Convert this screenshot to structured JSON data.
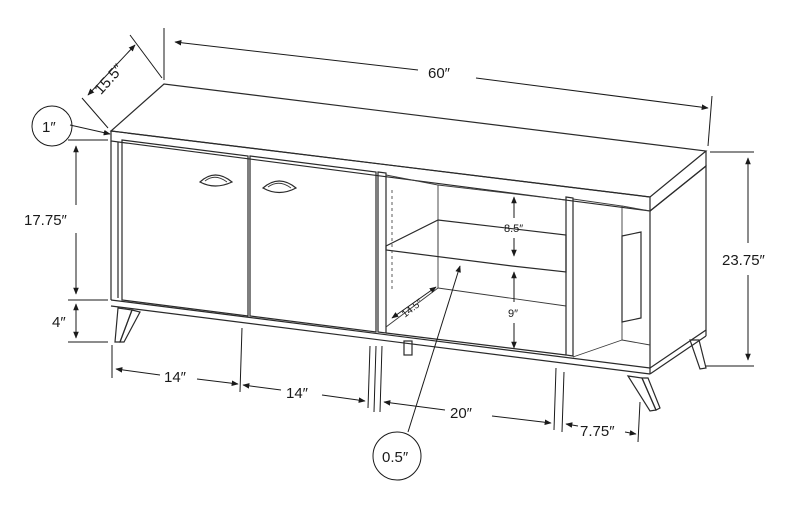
{
  "diagram": {
    "dimensions": {
      "width": "60″",
      "depth": "15.5″",
      "top_thickness": "1″",
      "cabinet_height": "17.75″",
      "leg_height": "4″",
      "total_height": "23.75″",
      "door_left_width": "14″",
      "door_right_width": "14″",
      "open_section_width": "20″",
      "side_shelf_width": "7.75″",
      "divider_thickness": "0.5″",
      "upper_shelf_height": "8.5″",
      "lower_shelf_height": "9″",
      "shelf_depth": "14.5″"
    }
  }
}
